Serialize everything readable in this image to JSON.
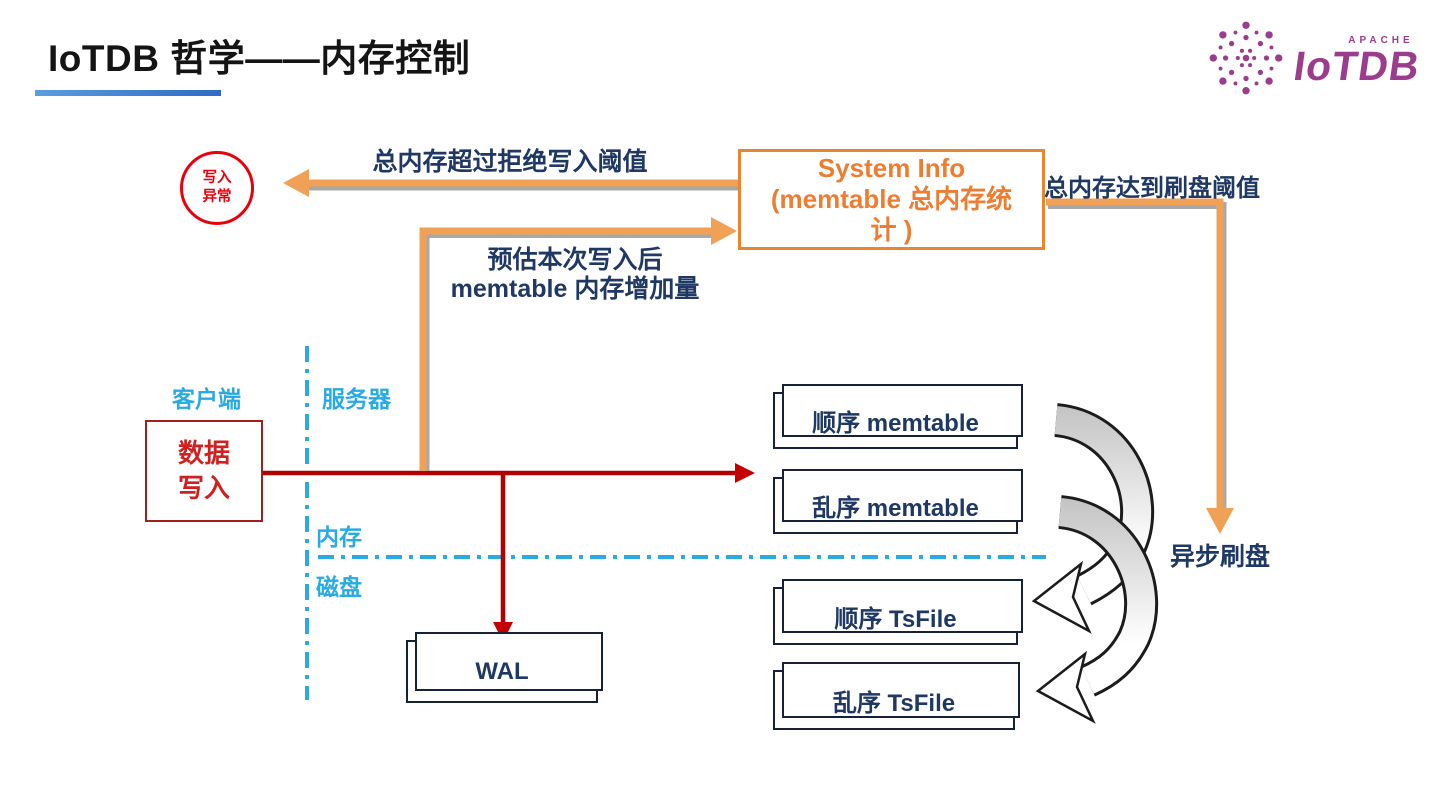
{
  "slide": {
    "title": "IoTDB 哲学——内存控制"
  },
  "logo": {
    "apache": "APACHE",
    "wordmark": "IoTDB"
  },
  "regions": {
    "client": "客户端",
    "server": "服务器",
    "memory": "内存",
    "disk": "磁盘"
  },
  "arrows": {
    "reject_label": "总内存超过拒绝写入阈值",
    "estimate_label_line1": "预估本次写入后",
    "estimate_label_line2": "memtable 内存增加量",
    "flush_label": "总内存达到刷盘阈值",
    "async_flush_label": "异步刷盘"
  },
  "nodes": {
    "write_exception_line1": "写入",
    "write_exception_line2": "异常",
    "system_info_line1": "System Info",
    "system_info_line2": "(memtable 总内存统",
    "system_info_line3": "计 )",
    "data_write_line1": "数据",
    "data_write_line2": "写入",
    "seq_memtable": "顺序 memtable",
    "unseq_memtable": "乱序 memtable",
    "wal": "WAL",
    "seq_tsfile": "顺序 TsFile",
    "unseq_tsfile": "乱序 TsFile"
  },
  "colors": {
    "accent_orange": "#ED7D31",
    "navy_text": "#1F3864",
    "line_red": "#B20000",
    "exception_red": "#E8000D",
    "region_cyan": "#29ABE2",
    "logo_purple": "#9C3C8C",
    "underline_blue": "#3E7CCC",
    "shadow_gray": "#A8A8A8"
  }
}
